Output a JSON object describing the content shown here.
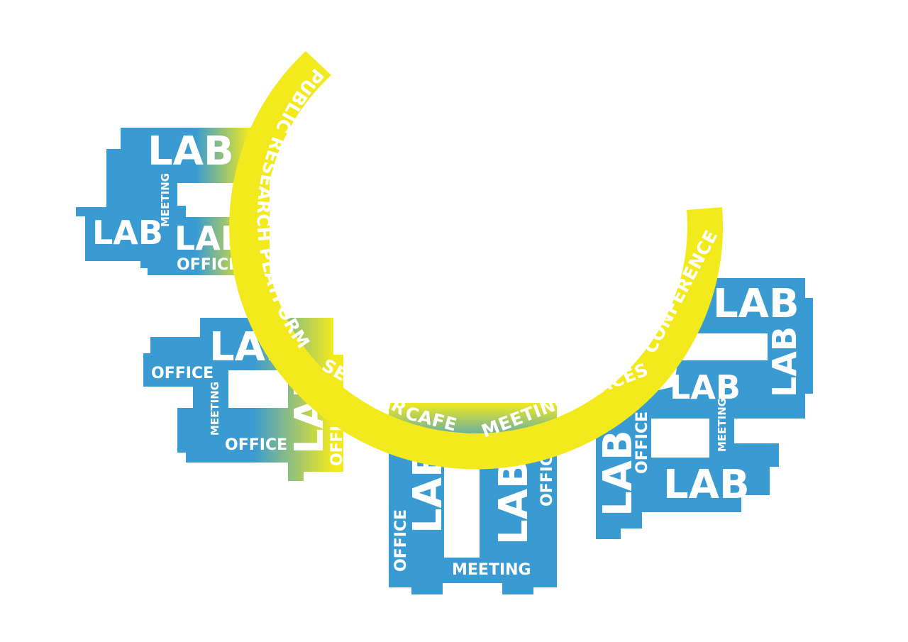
{
  "colors": {
    "blue": "#3A9BD2",
    "yellow": "#F2EA1C",
    "text": "#FFFFFF",
    "background": "#FFFFFF"
  },
  "arc": {
    "label_main": "PUBLIC RESEARCH PLATFORM",
    "label_seminar": "SEMINAR",
    "label_cafe": "CAFE",
    "label_meeting_spaces": "MEETING SPACES",
    "label_conference": "CONFERENCE"
  },
  "wing_nw": {
    "lab_top": "LAB",
    "meeting": "MEETING",
    "lab_left": "LAB",
    "lab_right": "LAB",
    "office": "OFFICE"
  },
  "wing_w": {
    "lab": "LAB",
    "office_top": "OFFICE",
    "meeting": "MEETING",
    "office_bottom": "OFFICE",
    "lab_vertical": "LAB",
    "office_vertical": "OFFICE"
  },
  "wing_s": {
    "office_left": "OFFICE",
    "lab_left": "LAB",
    "lab_right": "LAB",
    "office_right": "OFFICE",
    "meeting": "MEETING"
  },
  "wing_e": {
    "lab_top": "LAB",
    "lab_vertical": "LAB",
    "lab_mid": "LAB",
    "meeting": "MEETING",
    "lab_left_vertical": "LAB",
    "office": "OFFICE",
    "lab_bottom": "LAB"
  }
}
